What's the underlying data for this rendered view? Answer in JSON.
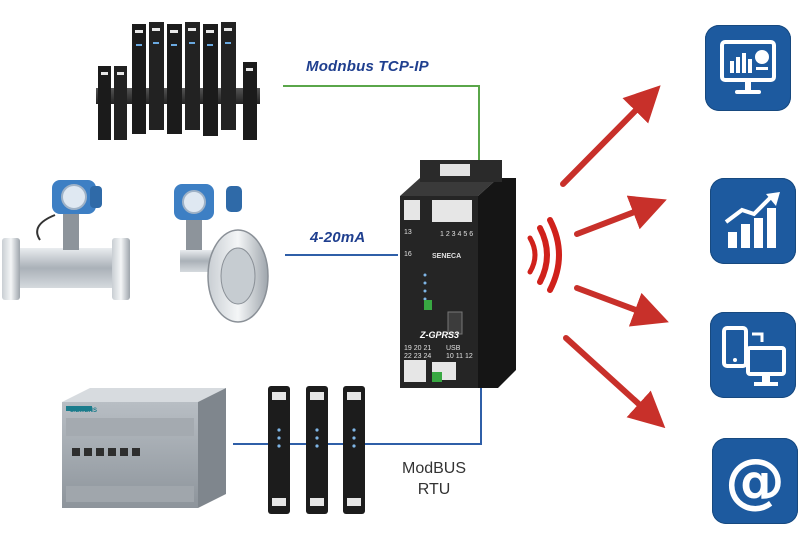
{
  "labels": {
    "tcp": "Modnbus TCP-IP",
    "analog": "4-20mA",
    "rtu_line1": "ModBUS",
    "rtu_line2": "RTU"
  },
  "device": {
    "model": "Z-GPRS3",
    "brand": "SENECA",
    "terminals_top": [
      "1",
      "2",
      "3",
      "4",
      "5",
      "6"
    ],
    "terminals_left": [
      "13",
      "16"
    ],
    "terminals_bottom_row1": [
      "19",
      "20",
      "21"
    ],
    "terminals_bottom_row2": [
      "22",
      "23",
      "24"
    ],
    "usb_label": "USB",
    "terminals_right_bottom": [
      "10",
      "11",
      "12"
    ]
  },
  "plc_brand": "SIEMENS",
  "icons": [
    "monitor-dashboard-icon",
    "bar-chart-icon",
    "devices-icon",
    "at-sign-icon"
  ],
  "at_symbol": "@",
  "colors": {
    "tcp_line": "#5aa64a",
    "analog_line": "#2f5fa8",
    "rtu_line": "#2f5fa8",
    "arrow": "#c8302a",
    "tile": "#1d5a9f",
    "signal": "#d0211b"
  }
}
